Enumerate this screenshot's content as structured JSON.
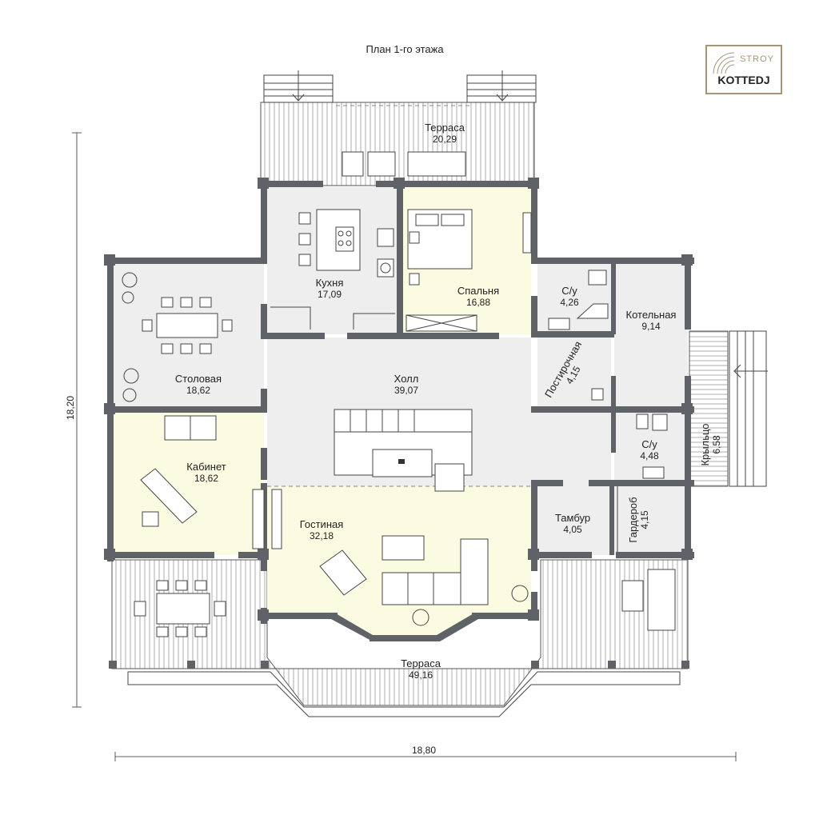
{
  "title": "План 1-го этажа",
  "logo": {
    "top": "STROY",
    "bottom": "KOTTEDJ"
  },
  "dimensions": {
    "height": "18,20",
    "width": "18,80"
  },
  "rooms": {
    "terrace_top": {
      "name": "Терраса",
      "area": "20,29"
    },
    "kitchen": {
      "name": "Кухня",
      "area": "17,09"
    },
    "bedroom": {
      "name": "Спальня",
      "area": "16,88"
    },
    "wc1": {
      "name": "С/у",
      "area": "4,26"
    },
    "boiler": {
      "name": "Котельная",
      "area": "9,14"
    },
    "dining": {
      "name": "Столовая",
      "area": "18,62"
    },
    "hall": {
      "name": "Холл",
      "area": "39,07"
    },
    "laundry": {
      "name": "Постирочная",
      "area": "4,15"
    },
    "wc2": {
      "name": "С/у",
      "area": "4,48"
    },
    "porch": {
      "name": "Крыльцо",
      "area": "6,58"
    },
    "study": {
      "name": "Кабинет",
      "area": "18,62"
    },
    "living": {
      "name": "Гостиная",
      "area": "32,18"
    },
    "vestibule": {
      "name": "Тамбур",
      "area": "4,05"
    },
    "wardrobe": {
      "name": "Гардероб",
      "area": "4,15"
    },
    "terrace_bottom": {
      "name": "Терраса",
      "area": "49,16"
    }
  },
  "colors": {
    "wall": "#5f6368",
    "floor_grey": "#eeeeee",
    "floor_yellow": "#fbfbe2",
    "logo_gold": "#a89578"
  }
}
